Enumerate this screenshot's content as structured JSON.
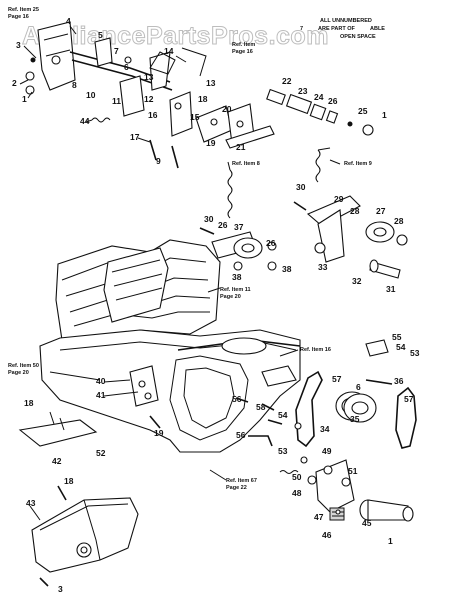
{
  "watermark": "AppliancePartsPros.com",
  "notes": {
    "line1": "ALL UNNUMBERED",
    "line2": "ARE PART OF",
    "line3": "OPEN SPACE",
    "fragment_left": "7",
    "fragment_right": "ABLE"
  },
  "refs": {
    "r1": {
      "line1": "Ref. Item 25",
      "line2": "Page 16"
    },
    "r2": {
      "line1": "Ref. Item",
      "line2": "Page 16"
    },
    "r3": {
      "line1": "Ref. Item 9"
    },
    "r4": {
      "line1": "Ref. Item 8"
    },
    "r5": {
      "line1": "Ref. Item 11",
      "line2": "Page 20"
    },
    "r6": {
      "line1": "Ref. Item 50",
      "line2": "Page 20"
    },
    "r7": {
      "line1": "Ref. Item 16"
    },
    "r8": {
      "line1": "Ref. Item 67",
      "line2": "Page 22"
    }
  },
  "part_labels": [
    "3",
    "4",
    "5",
    "7",
    "6",
    "13",
    "14",
    "2",
    "1",
    "8",
    "10",
    "11",
    "12",
    "13",
    "18",
    "15",
    "16",
    "19",
    "20",
    "21",
    "44",
    "17",
    "9",
    "22",
    "23",
    "24",
    "26",
    "25",
    "1",
    "30",
    "29",
    "28",
    "27",
    "26",
    "28",
    "30",
    "26",
    "37",
    "38",
    "38",
    "33",
    "32",
    "31",
    "55",
    "54",
    "53",
    "36",
    "57",
    "35",
    "6",
    "57",
    "34",
    "40",
    "41",
    "56",
    "58",
    "54",
    "56",
    "53",
    "49",
    "42",
    "18",
    "43",
    "18",
    "3",
    "19",
    "52",
    "50",
    "51",
    "48",
    "47",
    "46",
    "45",
    "1"
  ]
}
